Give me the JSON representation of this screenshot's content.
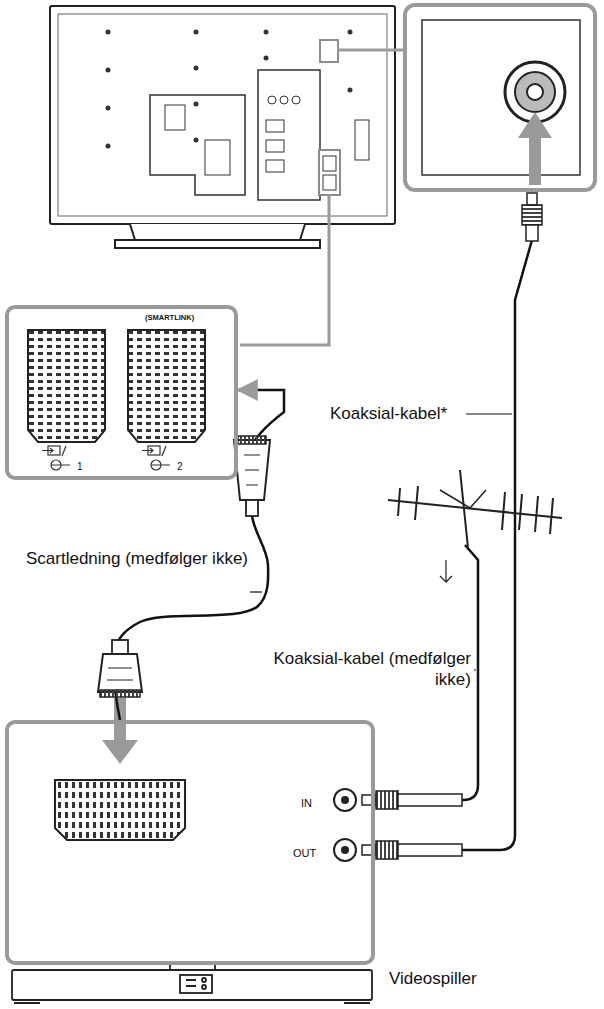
{
  "diagram": {
    "nodes": [
      {
        "text": [
          "(SMARTLINK)",
          "1",
          "2"
        ]
      },
      {
        "text": [
          "IN",
          "OUT",
          "Videospiller"
        ]
      }
    ],
    "edges": [
      {
        "from": 1,
        "to": 0,
        "arrow": "to",
        "label": "Scartledning (medfølger ikke)"
      }
    ],
    "labels": [
      "Koaksial-kabel*",
      "Koaksial-kabel (medfølger ikke)"
    ]
  }
}
